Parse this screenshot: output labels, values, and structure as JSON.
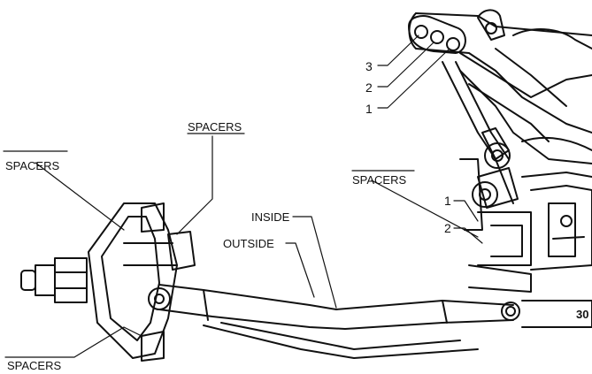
{
  "labels": {
    "spacers_top_left": "SPACERS",
    "spacers_top_center": "SPACERS",
    "spacers_right": "SPACERS",
    "spacers_bottom": "SPACERS",
    "inside": "INSIDE",
    "outside": "OUTSIDE",
    "hole_3": "3",
    "hole_2": "2",
    "hole_1": "1",
    "lower_1": "1",
    "lower_2": "2",
    "part_fragment": "30"
  }
}
